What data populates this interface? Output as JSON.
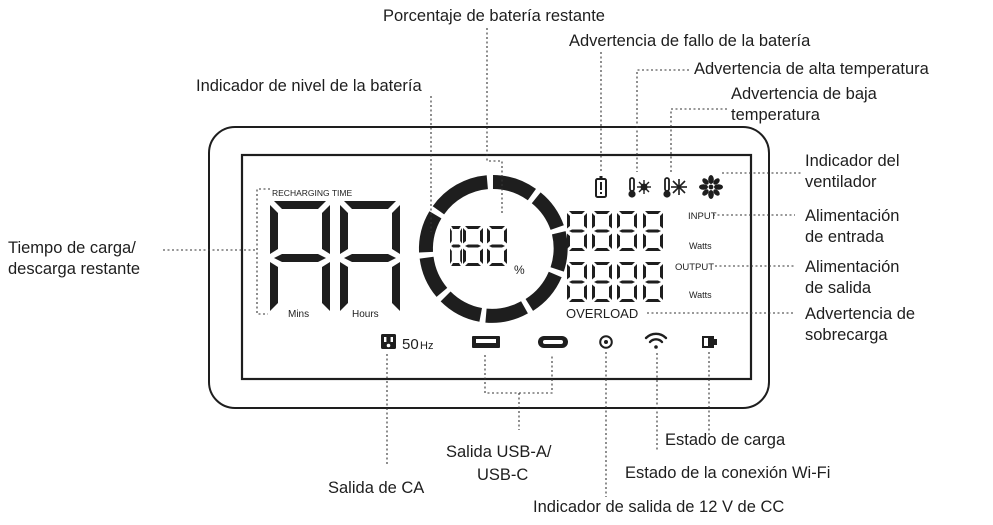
{
  "colors": {
    "ink": "#1e1e1e",
    "leader": "#333333",
    "background": "#ffffff"
  },
  "display": {
    "recharging_time": "RECHARGING TIME",
    "mins": "Mins",
    "hours": "Hours",
    "percent_sign": "%",
    "input": "INPUT",
    "output": "OUTPUT",
    "watts_in": "Watts",
    "watts_out": "Watts",
    "overload": "OVERLOAD",
    "hz_digits": "50",
    "hz_unit": "Hz"
  },
  "labels": {
    "porcentaje": "Porcentaje de batería restante",
    "fallo": "Advertencia de fallo de la batería",
    "alta": "Advertencia de alta temperatura",
    "baja_1": "Advertencia de baja",
    "baja_2": "temperatura",
    "nivel": "Indicador de nivel de la batería",
    "ventilador_1": "Indicador del",
    "ventilador_2": "ventilador",
    "entrada_1": "Alimentación",
    "entrada_2": "de entrada",
    "salida_1": "Alimentación",
    "salida_2": "de salida",
    "sobrecarga_1": "Advertencia de",
    "sobrecarga_2": "sobrecarga",
    "tiempo_1": "Tiempo de carga/",
    "tiempo_2": "descarga restante",
    "usb_1": "Salida USB-A/",
    "usb_2": "USB-C",
    "estado_carga": "Estado de carga",
    "wifi": "Estado de la conexión Wi-Fi",
    "ca": "Salida de CA",
    "dc12": "Indicador de salida de 12 V de CC"
  },
  "icons": [
    "ac-outlet-icon",
    "usb-a-icon",
    "usb-c-icon",
    "dc-12v-icon",
    "wifi-icon",
    "charging-status-icon",
    "battery-fault-icon",
    "high-temp-icon",
    "low-temp-icon",
    "fan-icon"
  ]
}
